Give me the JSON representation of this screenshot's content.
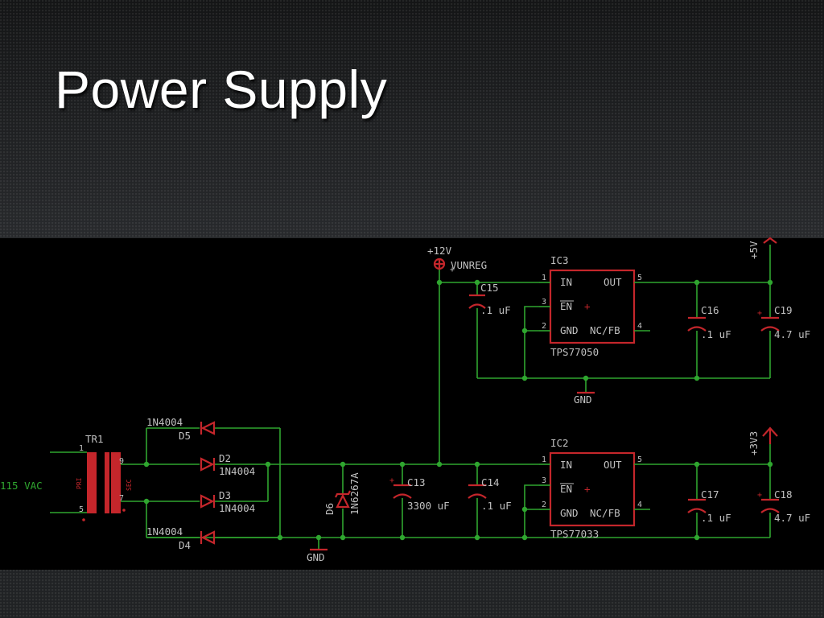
{
  "slide": {
    "title": "Power Supply"
  },
  "schematic": {
    "supply": {
      "label": "+12V",
      "net": "VUNREG"
    },
    "ic3": {
      "ref": "IC3",
      "part": "TPS77050",
      "pin_in": "IN",
      "pin_out": "OUT",
      "pin_en": "EN",
      "pin_gnd": "GND",
      "pin_ncfb": "NC/FB",
      "n1": "1",
      "n3": "3",
      "n2": "2",
      "n5": "5",
      "n4": "4"
    },
    "ic2": {
      "ref": "IC2",
      "part": "TPS77033",
      "pin_in": "IN",
      "pin_out": "OUT",
      "pin_en": "EN",
      "pin_gnd": "GND",
      "pin_ncfb": "NC/FB",
      "n1": "1",
      "n3": "3",
      "n2": "2",
      "n5": "5",
      "n4": "4"
    },
    "c15": {
      "ref": "C15",
      "value": ".1 uF"
    },
    "c16": {
      "ref": "C16",
      "value": ".1 uF"
    },
    "c19": {
      "ref": "C19",
      "value": "4.7 uF"
    },
    "c13": {
      "ref": "C13",
      "value": "3300 uF"
    },
    "c14": {
      "ref": "C14",
      "value": ".1 uF"
    },
    "c17": {
      "ref": "C17",
      "value": ".1 uF"
    },
    "c18": {
      "ref": "C18",
      "value": "4.7 uF"
    },
    "gnd_labels": [
      "GND",
      "GND"
    ],
    "rail_5v": "+5V",
    "rail_3v3": "+3V3",
    "transformer": {
      "ref": "TR1",
      "pin1": "1",
      "pin5": "5",
      "pin9": "9",
      "pin7": "7",
      "pri": "PRI",
      "sec": "SEC"
    },
    "input_label": "115 VAC",
    "d5": {
      "ref": "D5",
      "value": "1N4004"
    },
    "d2": {
      "ref": "D2",
      "value": "1N4004"
    },
    "d3": {
      "ref": "D3",
      "value": "1N4004"
    },
    "d4": {
      "ref": "D4",
      "value": "1N4004"
    },
    "d6": {
      "ref": "D6",
      "value": "1N6267A"
    }
  }
}
